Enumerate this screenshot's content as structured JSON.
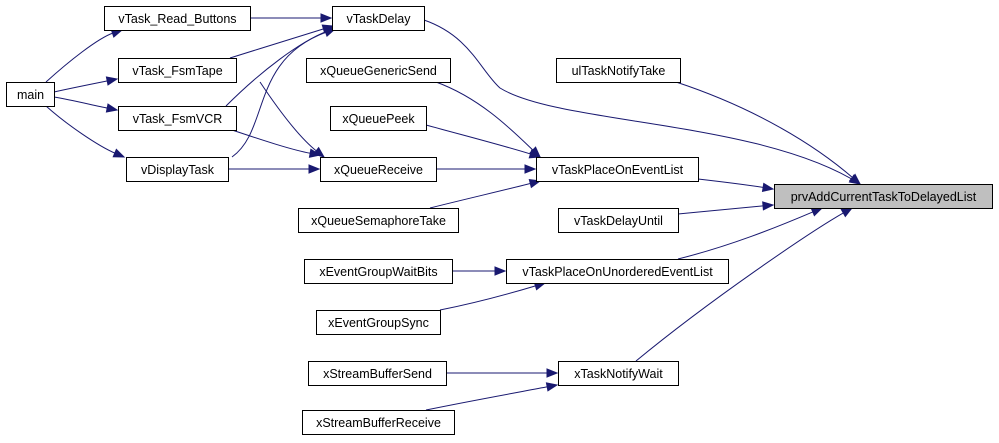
{
  "graph": {
    "nodes": [
      {
        "id": "main",
        "label": "main"
      },
      {
        "id": "vTask_Read_Buttons",
        "label": "vTask_Read_Buttons"
      },
      {
        "id": "vTask_FsmTape",
        "label": "vTask_FsmTape"
      },
      {
        "id": "vTask_FsmVCR",
        "label": "vTask_FsmVCR"
      },
      {
        "id": "vDisplayTask",
        "label": "vDisplayTask"
      },
      {
        "id": "vTaskDelay",
        "label": "vTaskDelay"
      },
      {
        "id": "xQueueGenericSend",
        "label": "xQueueGenericSend"
      },
      {
        "id": "xQueuePeek",
        "label": "xQueuePeek"
      },
      {
        "id": "xQueueReceive",
        "label": "xQueueReceive"
      },
      {
        "id": "xQueueSemaphoreTake",
        "label": "xQueueSemaphoreTake"
      },
      {
        "id": "xEventGroupWaitBits",
        "label": "xEventGroupWaitBits"
      },
      {
        "id": "xEventGroupSync",
        "label": "xEventGroupSync"
      },
      {
        "id": "xStreamBufferSend",
        "label": "xStreamBufferSend"
      },
      {
        "id": "xStreamBufferReceive",
        "label": "xStreamBufferReceive"
      },
      {
        "id": "ulTaskNotifyTake",
        "label": "ulTaskNotifyTake"
      },
      {
        "id": "vTaskPlaceOnEventList",
        "label": "vTaskPlaceOnEventList"
      },
      {
        "id": "vTaskDelayUntil",
        "label": "vTaskDelayUntil"
      },
      {
        "id": "vTaskPlaceOnUnorderedEventList",
        "label": "vTaskPlaceOnUnorderedEventList"
      },
      {
        "id": "xTaskNotifyWait",
        "label": "xTaskNotifyWait"
      },
      {
        "id": "prvAddCurrentTaskToDelayedList",
        "label": "prvAddCurrentTaskToDelayedList",
        "highlight": true
      }
    ],
    "edges": [
      {
        "from": "main",
        "to": "vTask_Read_Buttons"
      },
      {
        "from": "main",
        "to": "vTask_FsmTape"
      },
      {
        "from": "main",
        "to": "vTask_FsmVCR"
      },
      {
        "from": "main",
        "to": "vDisplayTask"
      },
      {
        "from": "vTask_Read_Buttons",
        "to": "vTaskDelay"
      },
      {
        "from": "vTask_FsmTape",
        "to": "vTaskDelay"
      },
      {
        "from": "vTask_FsmVCR",
        "to": "vTaskDelay"
      },
      {
        "from": "vDisplayTask",
        "to": "vTaskDelay"
      },
      {
        "from": "vTask_FsmTape",
        "to": "xQueueReceive"
      },
      {
        "from": "vTask_FsmVCR",
        "to": "xQueueReceive"
      },
      {
        "from": "vDisplayTask",
        "to": "xQueueReceive"
      },
      {
        "from": "xQueueGenericSend",
        "to": "vTaskPlaceOnEventList"
      },
      {
        "from": "xQueuePeek",
        "to": "vTaskPlaceOnEventList"
      },
      {
        "from": "xQueueReceive",
        "to": "vTaskPlaceOnEventList"
      },
      {
        "from": "xQueueSemaphoreTake",
        "to": "vTaskPlaceOnEventList"
      },
      {
        "from": "xEventGroupWaitBits",
        "to": "vTaskPlaceOnUnorderedEventList"
      },
      {
        "from": "xEventGroupSync",
        "to": "vTaskPlaceOnUnorderedEventList"
      },
      {
        "from": "xStreamBufferSend",
        "to": "xTaskNotifyWait"
      },
      {
        "from": "xStreamBufferReceive",
        "to": "xTaskNotifyWait"
      },
      {
        "from": "vTaskDelay",
        "to": "prvAddCurrentTaskToDelayedList"
      },
      {
        "from": "ulTaskNotifyTake",
        "to": "prvAddCurrentTaskToDelayedList"
      },
      {
        "from": "vTaskPlaceOnEventList",
        "to": "prvAddCurrentTaskToDelayedList"
      },
      {
        "from": "vTaskDelayUntil",
        "to": "prvAddCurrentTaskToDelayedList"
      },
      {
        "from": "vTaskPlaceOnUnorderedEventList",
        "to": "prvAddCurrentTaskToDelayedList"
      },
      {
        "from": "xTaskNotifyWait",
        "to": "prvAddCurrentTaskToDelayedList"
      }
    ]
  },
  "colors": {
    "edge": "#191970",
    "node_border": "#000000",
    "node_fill": "#ffffff",
    "highlight_fill": "#bfbfbf"
  }
}
